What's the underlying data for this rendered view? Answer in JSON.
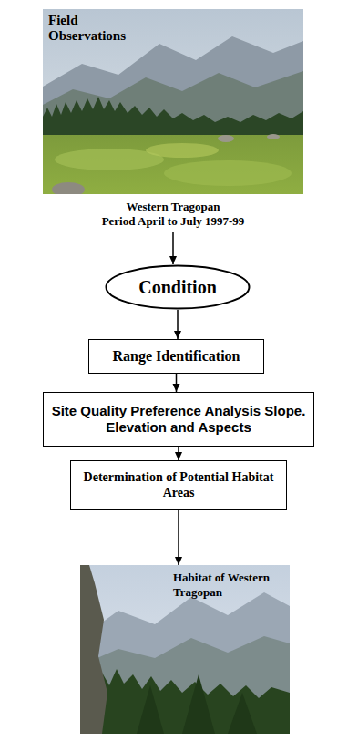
{
  "diagram": {
    "nodes": [
      {
        "text": [
          "Field Observations",
          "Western Tragopan",
          "Period April to July 1997-99"
        ]
      },
      {
        "text": [
          "Condition"
        ]
      },
      {
        "text": [
          "Range Identification"
        ]
      },
      {
        "text": [
          "Site Quality Preference Analysis Slope. Elevation and Aspects"
        ]
      },
      {
        "text": [
          "Determination of Potential Habitat Areas"
        ]
      },
      {
        "text": [
          "Habitat of Western Tragopan"
        ]
      }
    ],
    "edges": [
      {
        "from": 0,
        "to": 1,
        "arrow": "to"
      },
      {
        "from": 1,
        "to": 2,
        "arrow": "to"
      },
      {
        "from": 2,
        "to": 3,
        "arrow": "to"
      },
      {
        "from": 3,
        "to": 4,
        "arrow": "to"
      },
      {
        "from": 4,
        "to": 5,
        "arrow": "to"
      }
    ]
  }
}
